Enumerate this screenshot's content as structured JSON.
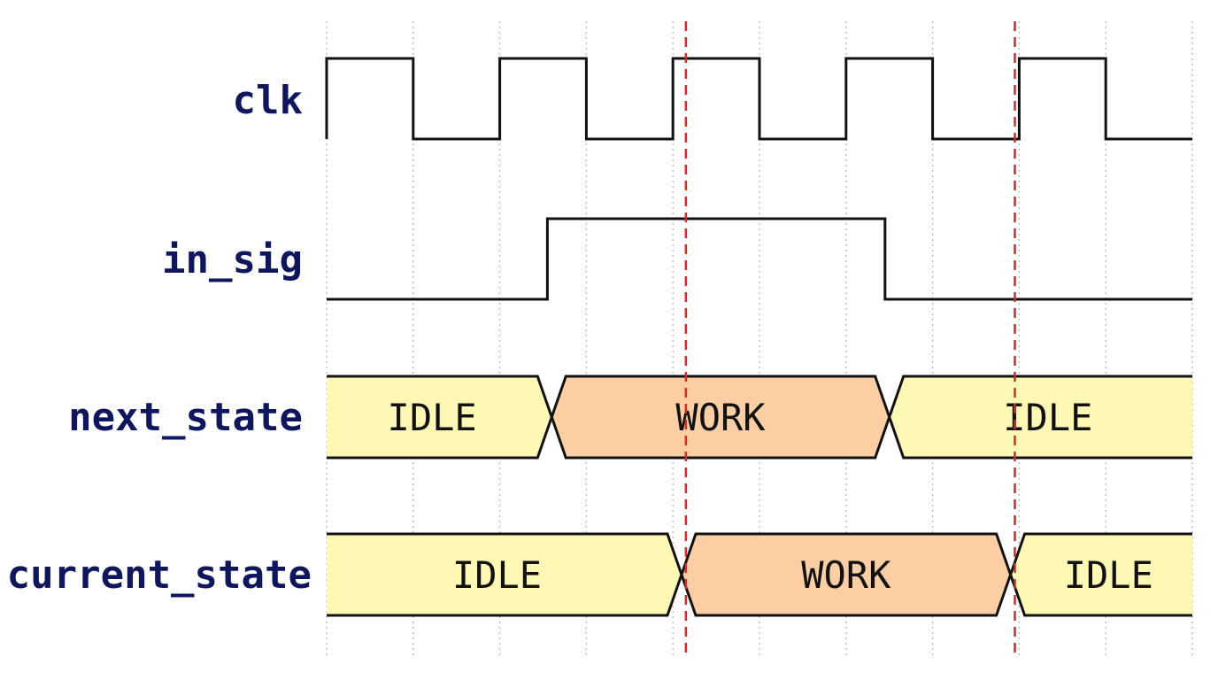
{
  "signals": [
    {
      "name": "clk",
      "type": "clock",
      "period_ticks": 2,
      "start_level": 1,
      "cycles": 5
    },
    {
      "name": "in_sig",
      "type": "digital",
      "segments": [
        {
          "from": 0,
          "to": 2.55,
          "level": 0
        },
        {
          "from": 2.55,
          "to": 6.45,
          "level": 1
        },
        {
          "from": 6.45,
          "to": 10,
          "level": 0
        }
      ]
    },
    {
      "name": "next_state",
      "type": "bus",
      "segments": [
        {
          "from": 0,
          "to": 2.6,
          "value": "IDLE"
        },
        {
          "from": 2.6,
          "to": 6.5,
          "value": "WORK"
        },
        {
          "from": 6.5,
          "to": 10,
          "value": "IDLE"
        }
      ]
    },
    {
      "name": "current_state",
      "type": "bus",
      "segments": [
        {
          "from": 0,
          "to": 4.1,
          "value": "IDLE"
        },
        {
          "from": 4.1,
          "to": 7.9,
          "value": "WORK"
        },
        {
          "from": 7.9,
          "to": 10,
          "value": "IDLE"
        }
      ]
    }
  ],
  "time_ticks": 10,
  "markers": [
    {
      "at": 4.15
    },
    {
      "at": 7.95
    }
  ],
  "colors": {
    "idle_fill": "#fdf9b5",
    "work_fill": "#fbcfa3",
    "label": "#0f1660",
    "marker": "#d42a2a",
    "wave": "#111111",
    "grid": "#b8b8b8"
  }
}
